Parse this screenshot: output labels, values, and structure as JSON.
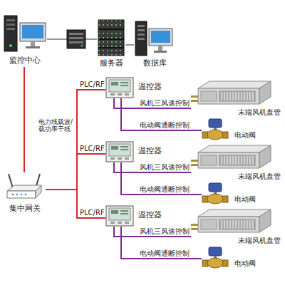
{
  "diagram": {
    "nodes": [
      {
        "text": [
          "监控中心"
        ]
      },
      {
        "text": [
          "服务器"
        ]
      },
      {
        "text": [
          "数据库"
        ]
      },
      {
        "text": [
          "集中网关"
        ]
      },
      {
        "text": [
          "温控器"
        ]
      },
      {
        "text": [
          "末端风机盘管"
        ]
      },
      {
        "text": [
          "电动阀"
        ]
      },
      {
        "text": [
          "温控器"
        ]
      },
      {
        "text": [
          "末端风机盘管"
        ]
      },
      {
        "text": [
          "电动阀"
        ]
      },
      {
        "text": [
          "温控器"
        ]
      },
      {
        "text": [
          "末端风机盘管"
        ]
      },
      {
        "text": [
          "电动阀"
        ]
      }
    ],
    "edges": [
      {
        "from": 0,
        "to": 1,
        "arrow": "none"
      },
      {
        "from": 1,
        "to": 2,
        "arrow": "none"
      },
      {
        "from": 0,
        "to": 3,
        "arrow": "none"
      },
      {
        "from": 3,
        "to": 4,
        "label": "PLC/RF",
        "arrow": "none"
      },
      {
        "from": 3,
        "to": 7,
        "label": "PLC/RF",
        "arrow": "none"
      },
      {
        "from": 3,
        "to": 10,
        "label": "PLC/RF",
        "arrow": "none"
      },
      {
        "from": 4,
        "to": 5,
        "label": "风机三风速控制",
        "arrow": "none"
      },
      {
        "from": 4,
        "to": 6,
        "label": "电动阀通断控制",
        "arrow": "none"
      },
      {
        "from": 7,
        "to": 8,
        "label": "风机三风速控制",
        "arrow": "none"
      },
      {
        "from": 7,
        "to": 9,
        "label": "电动阀通断控制",
        "arrow": "none"
      },
      {
        "from": 10,
        "to": 11,
        "label": "风机三风速控制",
        "arrow": "none"
      },
      {
        "from": 10,
        "to": 12,
        "label": "电动阀通断控制",
        "arrow": "none"
      }
    ],
    "labels": [
      "电力线载波/载功率干线"
    ]
  }
}
